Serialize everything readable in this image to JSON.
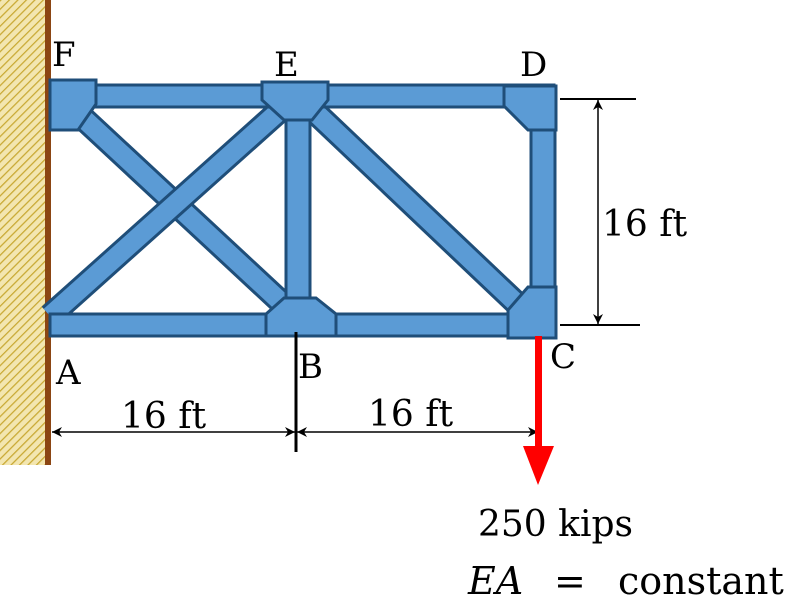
{
  "nodes": {
    "A": "A",
    "B": "B",
    "C": "C",
    "D": "D",
    "E": "E",
    "F": "F"
  },
  "dimensions": {
    "span_ab": "16 ft",
    "span_bc": "16 ft",
    "height_cd": "16 ft"
  },
  "load": {
    "value": "250 kips"
  },
  "property": {
    "symbol": "EA",
    "relation": "=",
    "value": "constant"
  },
  "colors": {
    "member_fill": "#5b9bd5",
    "member_stroke": "#1f4e79",
    "wall": "#8b4513",
    "hatch": "#c8a832",
    "load_arrow": "#ff0000"
  }
}
